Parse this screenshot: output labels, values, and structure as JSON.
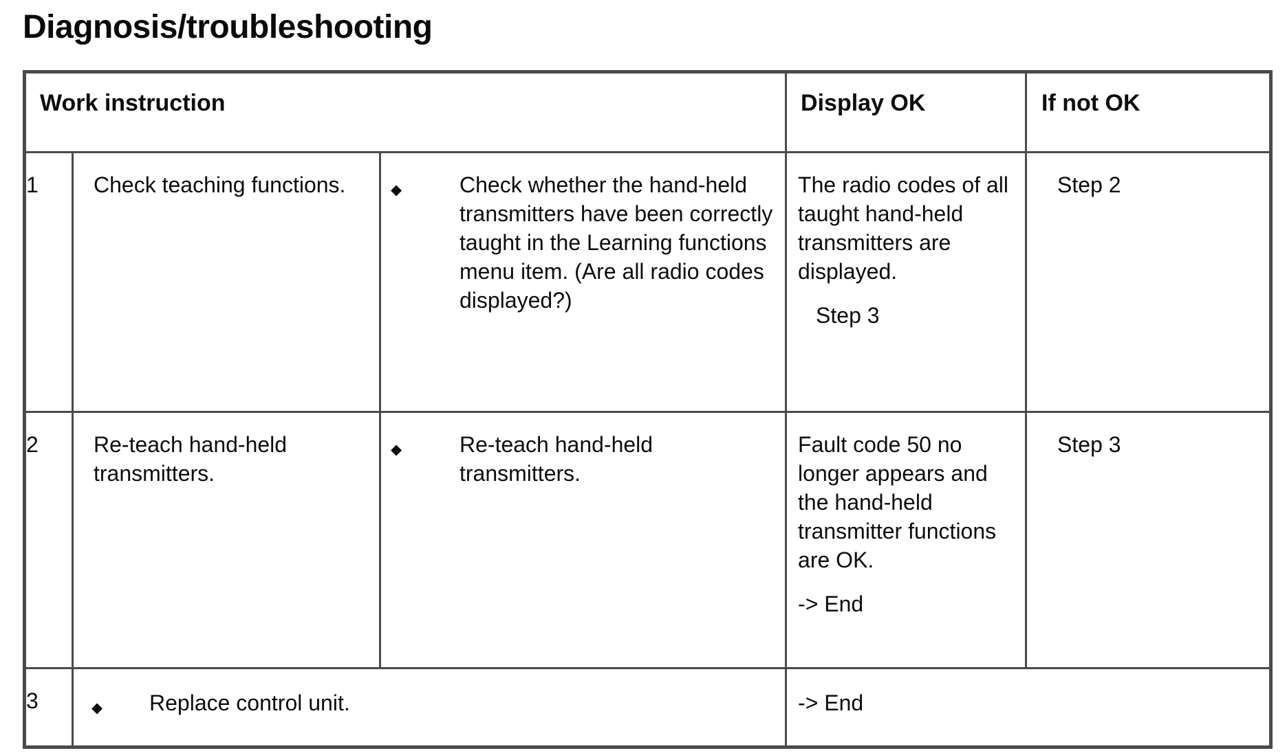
{
  "page": {
    "title": "Diagnosis/troubleshooting"
  },
  "table": {
    "bullet_icon": "◆",
    "headers": {
      "work_instruction": "Work instruction",
      "display_ok": "Display OK",
      "if_not_ok": "If not OK"
    },
    "rows": [
      {
        "num": "1",
        "task": "Check teaching functions.",
        "detail": "Check whether the hand-held transmitters have been correctly taught in the Learning functions menu item. (Are all radio codes displayed?)",
        "display_ok": "The radio codes of all taught hand-held transmitters are displayed.",
        "display_ok_next": "Step 3",
        "if_not_ok": "Step 2"
      },
      {
        "num": "2",
        "task": "Re-teach hand-held transmitters.",
        "detail": "Re-teach hand-held transmitters.",
        "display_ok": "Fault code 50 no longer appears and the hand-held transmitter functions are OK.",
        "display_ok_next": "-> End",
        "if_not_ok": "Step 3"
      },
      {
        "num": "3",
        "detail": "Replace control unit.",
        "display_ok_next": "-> End"
      }
    ]
  }
}
